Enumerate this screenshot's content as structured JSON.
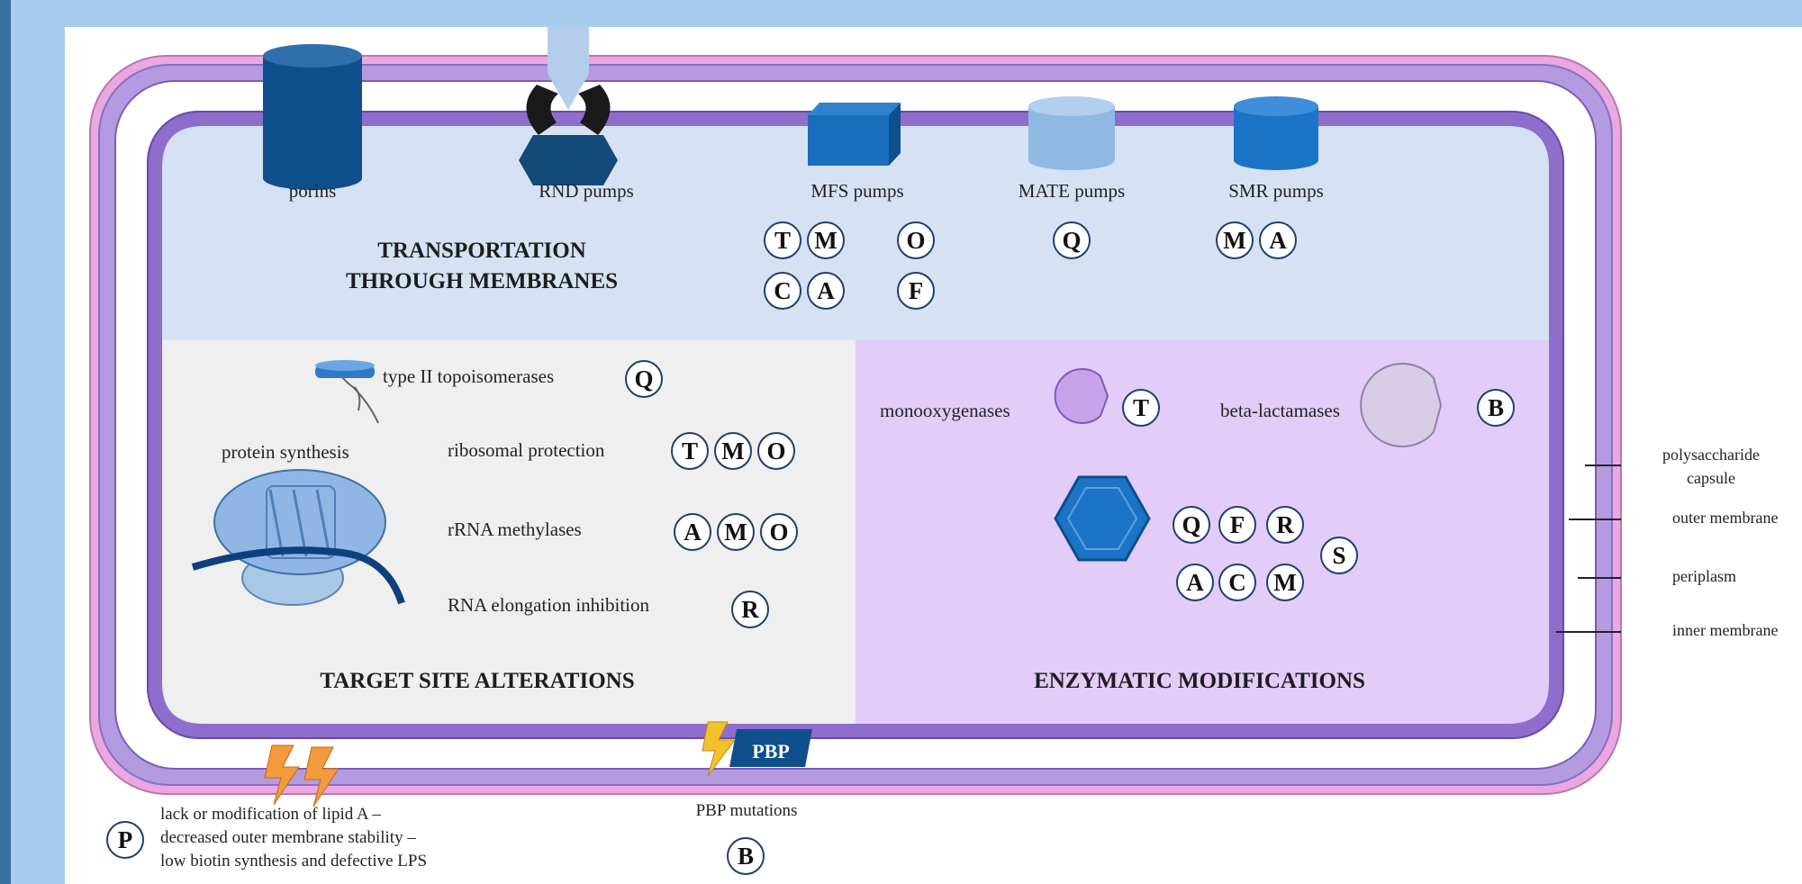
{
  "sections": {
    "transport_line1": "TRANSPORTATION",
    "transport_line2": "THROUGH MEMBRANES",
    "target": "TARGET SITE ALTERATIONS",
    "enzymatic": "ENZYMATIC MODIFICATIONS"
  },
  "transporters": {
    "porins": "porins",
    "rnd": "RND pumps",
    "mfs": "MFS pumps",
    "mate": "MATE pumps",
    "smr": "SMR pumps"
  },
  "targets": {
    "topo": "type II topoisomerases",
    "protein_synthesis": "protein synthesis",
    "ribosomal": "ribosomal protection",
    "rrna": "rRNA methylases",
    "rna_elong": "RNA elongation inhibition"
  },
  "enzymes": {
    "mono": "monooxygenases",
    "beta": "beta-lactamases"
  },
  "membranes": {
    "capsule": "polysaccharide\ncapsule",
    "outer": "outer membrane",
    "periplasm": "periplasm",
    "inner": "inner membrane"
  },
  "pbp": {
    "tag": "PBP",
    "mutations": "PBP mutations"
  },
  "lipid_note": "lack or modification of lipid A –\ndecreased outer membrane stability –\nlow biotin synthesis and defective LPS",
  "badges": {
    "mfs": [
      "T",
      "M",
      "O",
      "C",
      "A",
      "F"
    ],
    "mate": [
      "Q"
    ],
    "smr": [
      "M",
      "A"
    ],
    "topo": [
      "Q"
    ],
    "ribosomal": [
      "T",
      "M",
      "O"
    ],
    "rrna": [
      "A",
      "M",
      "O"
    ],
    "rna_elong": [
      "R"
    ],
    "mono": [
      "T"
    ],
    "beta": [
      "B"
    ],
    "hex": [
      "Q",
      "F",
      "R",
      "A",
      "C",
      "M",
      "S"
    ],
    "lipid": [
      "P"
    ],
    "pbp": [
      "B"
    ]
  },
  "colors": {
    "capsule": "#e9a9e0",
    "outer_membrane": "#b49be0",
    "inner_membrane": "#8e6dcc",
    "transport_area": "#d6e2f4",
    "target_area": "#efefef",
    "enzymatic_area": "#e3ccf8",
    "dark_blue": "#0f4f8e",
    "mid_blue": "#1c74c6",
    "light_blue": "#8fb8e3"
  }
}
